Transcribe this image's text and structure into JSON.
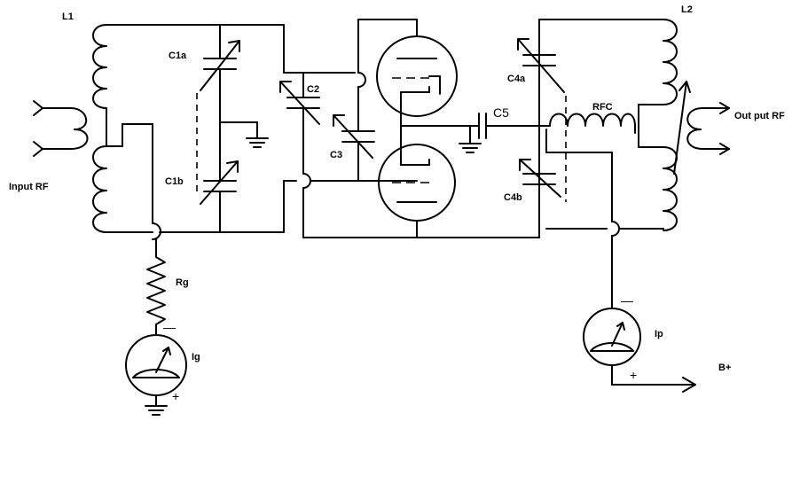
{
  "labels": {
    "L1": "L1",
    "L2": "L2",
    "C1a": "C1a",
    "C1b": "C1b",
    "C2": "C2",
    "C3": "C3",
    "C4a": "C4a",
    "C4b": "C4b",
    "C5": "C5",
    "RFC": "RFC",
    "Rg": "Rg",
    "Ig": "Ig",
    "Ip": "Ip",
    "input_rf": "Input RF",
    "output_rf": "Out put RF",
    "bplus": "B+",
    "minus_symbol": "—",
    "plus_symbol": "+"
  }
}
